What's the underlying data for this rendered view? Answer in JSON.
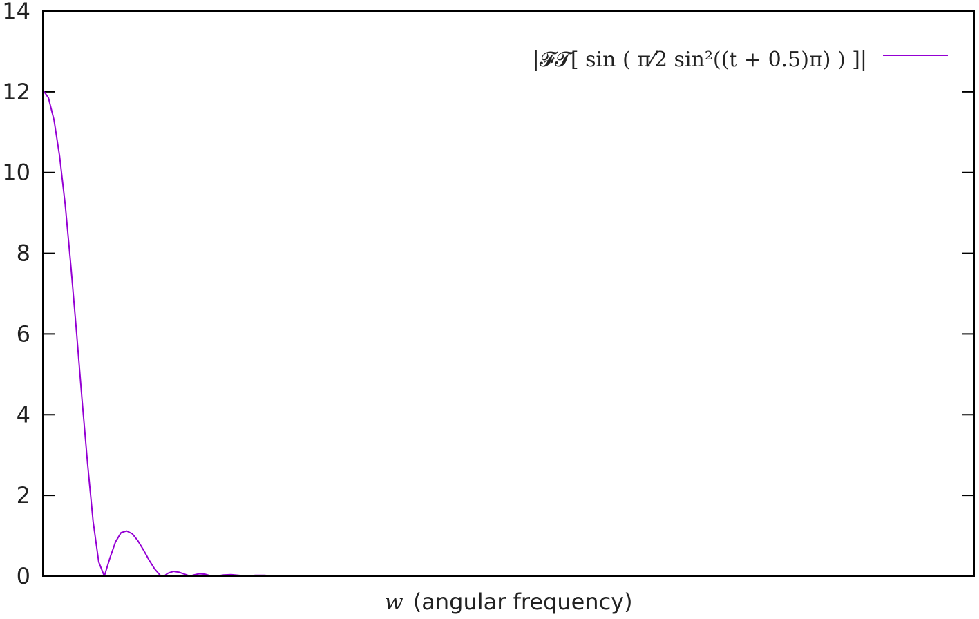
{
  "chart_data": {
    "type": "line",
    "title": "",
    "xlabel_var": "w",
    "xlabel": "(angular frequency)",
    "ylabel": "",
    "ylim": [
      0,
      14
    ],
    "y_ticks": [
      "0",
      "2",
      "4",
      "6",
      "8",
      "10",
      "12",
      "14"
    ],
    "x_ticks": [],
    "grid": false,
    "legend_position": "top-right",
    "series": [
      {
        "name": "|𝓕𝓣[ sin ( π⁄2 sin²((t + 0.5)π) ) ]|",
        "color": "#9400d3",
        "points": [
          [
            0.0,
            12.05
          ],
          [
            0.03,
            11.85
          ],
          [
            0.06,
            11.3
          ],
          [
            0.09,
            10.4
          ],
          [
            0.12,
            9.2
          ],
          [
            0.15,
            7.7
          ],
          [
            0.18,
            6.1
          ],
          [
            0.21,
            4.4
          ],
          [
            0.24,
            2.8
          ],
          [
            0.27,
            1.35
          ],
          [
            0.3,
            0.35
          ],
          [
            0.33,
            0.0
          ],
          [
            0.36,
            0.45
          ],
          [
            0.39,
            0.85
          ],
          [
            0.42,
            1.08
          ],
          [
            0.45,
            1.12
          ],
          [
            0.48,
            1.05
          ],
          [
            0.51,
            0.88
          ],
          [
            0.54,
            0.65
          ],
          [
            0.57,
            0.4
          ],
          [
            0.6,
            0.18
          ],
          [
            0.63,
            0.02
          ],
          [
            0.65,
            0.0
          ],
          [
            0.67,
            0.07
          ],
          [
            0.7,
            0.12
          ],
          [
            0.73,
            0.1
          ],
          [
            0.76,
            0.05
          ],
          [
            0.79,
            0.0
          ],
          [
            0.81,
            0.03
          ],
          [
            0.84,
            0.06
          ],
          [
            0.87,
            0.05
          ],
          [
            0.9,
            0.01
          ],
          [
            0.93,
            0.0
          ],
          [
            0.97,
            0.03
          ],
          [
            1.01,
            0.04
          ],
          [
            1.05,
            0.02
          ],
          [
            1.09,
            0.0
          ],
          [
            1.14,
            0.02
          ],
          [
            1.19,
            0.02
          ],
          [
            1.24,
            0.0
          ],
          [
            1.3,
            0.01
          ],
          [
            1.36,
            0.015
          ],
          [
            1.42,
            0.0
          ],
          [
            1.5,
            0.01
          ],
          [
            1.58,
            0.01
          ],
          [
            1.66,
            0.0
          ],
          [
            1.75,
            0.006
          ],
          [
            1.84,
            0.004
          ],
          [
            1.9,
            0.0
          ],
          [
            2.0,
            0.0
          ]
        ]
      }
    ]
  }
}
